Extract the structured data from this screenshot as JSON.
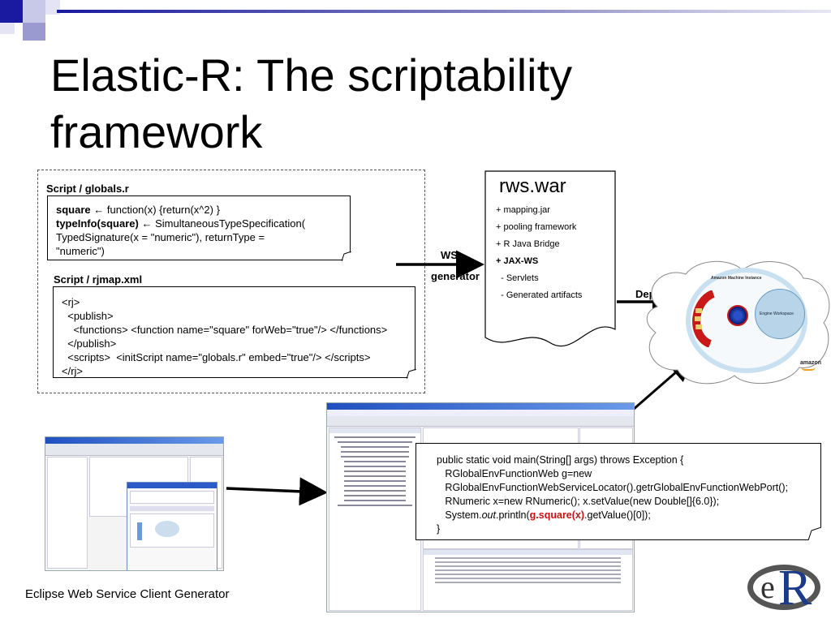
{
  "slide": {
    "title_line1": "Elastic-R: The scriptability",
    "title_line2": "framework"
  },
  "script_globals": {
    "label_prefix": "Script / ",
    "label_file": "globals.r",
    "line1_bold": "square",
    "line1_arrow": "←",
    "line1_rest": " function(x) {return(x^2) }",
    "line2_bold": "typeInfo(square)",
    "line2_arrow": "←",
    "line2_rest": " SimultaneousTypeSpecification(",
    "line3": "TypedSignature(x = \"numeric\"), returnType =",
    "line4": "\"numeric\")"
  },
  "script_rjmap": {
    "label_prefix": "Script / ",
    "label_file": "rjmap.xml",
    "lines": [
      "<rj>",
      "  <publish>",
      "    <functions> <function name=\"square\" forWeb=\"true\"/> </functions>",
      "  </publish>",
      "  <scripts>  <initScript name=\"globals.r\" embed=\"true\"/> </scripts>",
      "</rj>"
    ]
  },
  "ws_generator": {
    "line1": "WS",
    "line2": "generator"
  },
  "rws_war": {
    "title": "rws.war",
    "items": [
      "+ mapping.jar",
      "+ pooling framework",
      "+ R Java Bridge",
      "+ JAX-WS",
      "  - Servlets",
      "  - Generated artifacts"
    ]
  },
  "deploy": {
    "label": "Deploy",
    "machine_title": "Amazon Machine Instance",
    "engine_label": "Engine Workspace",
    "amazon_logo": "amazon"
  },
  "java_code": {
    "line1": "public static void main(String[] args) throws Exception {",
    "line2": "   RGlobalEnvFunctionWeb g=new",
    "line3": "   RGlobalEnvFunctionWebServiceLocator().getrGlobalEnvFunctionWebPort();",
    "line4": "   RNumeric x=new RNumeric(); x.setValue(new Double[]{6.0});",
    "line5_pre": "   System.",
    "line5_italic": "out",
    "line5_mid": ".println(",
    "line5_hl": "g.square(x)",
    "line5_post": ".getValue()[0]);",
    "line6": "}"
  },
  "caption": "Eclipse Web Service Client Generator",
  "logo": {
    "small": "e",
    "big": "R"
  },
  "colors": {
    "title_bar": "#1a1aa0",
    "highlight": "#d01010",
    "cloud_ring": "#c8e0f0",
    "red_arc": "#c81818"
  }
}
